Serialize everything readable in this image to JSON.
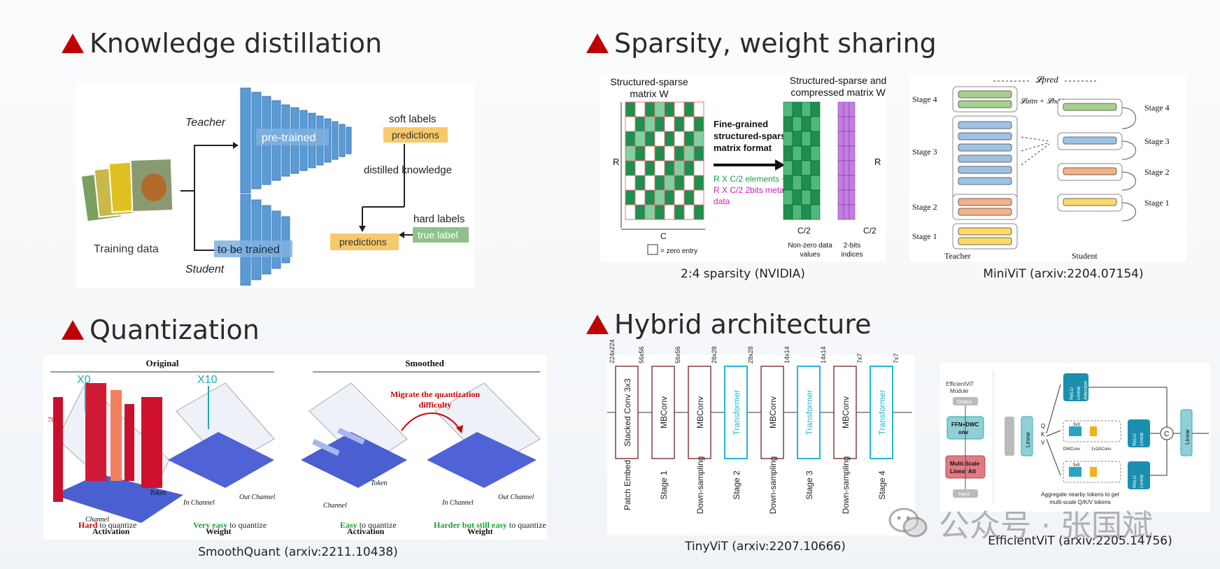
{
  "sections": {
    "kd": {
      "title": "Knowledge distillation"
    },
    "sparsity": {
      "title": "Sparsity, weight sharing"
    },
    "quant": {
      "title": "Quantization"
    },
    "hybrid": {
      "title": "Hybrid architecture"
    }
  },
  "kd": {
    "teacher": "Teacher",
    "student": "Student",
    "pretrained": "pre-trained",
    "tobetrained": "to be trained",
    "soft_labels": "soft labels",
    "predictions": "predictions",
    "distilled": "distilled  knowledge",
    "hard_labels": "hard labels",
    "true_label": "true label",
    "training_data": "Training data"
  },
  "sparse": {
    "left_title1": "Structured-sparse",
    "left_title2": "matrix W",
    "right_title1": "Structured-sparse and",
    "right_title2": "compressed matrix W",
    "fg1": "Fine-grained",
    "fg2": "structured-sparse",
    "fg3": "matrix format",
    "elem": "R X C/2 elements +",
    "meta1": "R X C/2 2bits meta",
    "meta2": "data",
    "r": "R",
    "c": "C",
    "c2": "C/2",
    "zero_entry": "= zero entry",
    "nonzero1": "Non-zero data",
    "nonzero2": "values",
    "bits1": "2-bits",
    "bits2": "indices"
  },
  "minivit": {
    "lpred": "𝓛pred",
    "lattn": "𝓛attn + 𝓛hddn",
    "stages": [
      "Stage 1",
      "Stage 2",
      "Stage 3",
      "Stage 4"
    ],
    "teacher": "Teacher",
    "student": "Student"
  },
  "smooth": {
    "original": "Original",
    "smoothed": "Smoothed",
    "x0": "X0",
    "x10": "X10",
    "migrate1": "Migrate the quantization",
    "migrate2": "difficulty",
    "activation": "Activation",
    "weight": "Weight",
    "hard": "Hard",
    "to_quantize": " to quantize",
    "very_easy": "Very easy",
    "easy": "Easy",
    "harder": "Harder but still easy",
    "channel": "Channel",
    "token": "Token",
    "in_channel": "In Channel",
    "out_channel": "Out Channel",
    "ytick_70": "70"
  },
  "tinyvit": {
    "blocks": [
      "Stacked Conv 3x3",
      "MBConv",
      "MBConv",
      "Transformer",
      "MBConv",
      "Transformer",
      "MBConv",
      "Transformer"
    ],
    "dims": [
      "224x224",
      "56x56",
      "56x56",
      "28x28",
      "28x28",
      "14x14",
      "14x14",
      "7x7",
      "7x7"
    ],
    "stages": [
      "Patch Embed",
      "Stage 1",
      "Down-sampling",
      "Stage 2",
      "Down-sampling",
      "Stage 3",
      "Down-sampling",
      "Stage 4"
    ]
  },
  "effvit": {
    "module1": "EfficientViT",
    "module2": "Module",
    "output": "Output",
    "ffn1": "FFN+DWC",
    "ffn2": "onv",
    "msla1": "Multi-Scale",
    "msla2": "Linear Att",
    "input": "Input",
    "q": "Q",
    "k": "K",
    "v": "V",
    "relu1": "ReLU",
    "relu2": "Linear",
    "relu3": "Attention",
    "linear": "Linear",
    "dwconv": "DWConv",
    "gconv": "1x1GConv",
    "k3": "3x3",
    "k5": "5x5",
    "concat": "C",
    "agg1": "Aggregate nearby tokens to get",
    "agg2": "multi-scale Q/K/V tokens"
  },
  "captions": {
    "sparsity": "2:4 sparsity (NVIDIA)",
    "minivit": "MiniViT (arxiv:2204.07154)",
    "smoothquant": "SmoothQuant (arxiv:2211.10438)",
    "tinyvit": "TinyViT (arxiv:2207.10666)",
    "efficientvit": "EfficientViT (arxiv:2205.14756)"
  },
  "watermark": {
    "text": "公众号 · 张国斌"
  },
  "colors": {
    "accent": "#c00000",
    "teal": "#22b8cf",
    "cube": "#5b9bd5"
  }
}
